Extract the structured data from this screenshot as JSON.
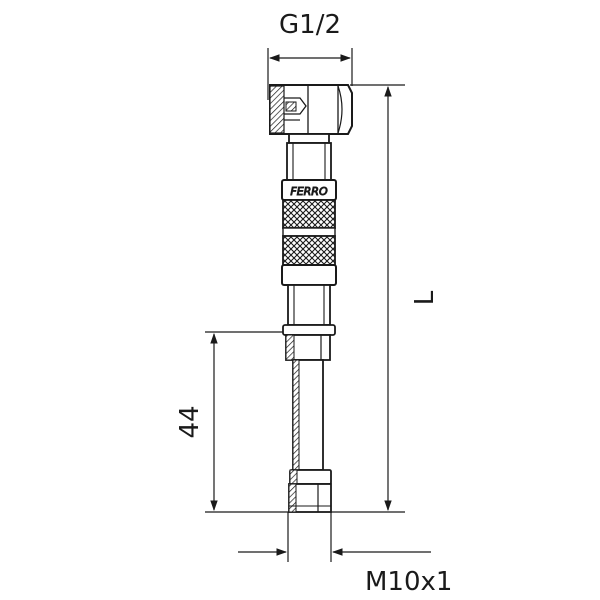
{
  "dimensions": {
    "thread_top": "G1/2",
    "length": "L",
    "insert_length": "44",
    "thread_bottom": "M10x1"
  },
  "brand_label": "FERRO",
  "colors": {
    "line": "#1a1a1a",
    "background": "#ffffff"
  }
}
